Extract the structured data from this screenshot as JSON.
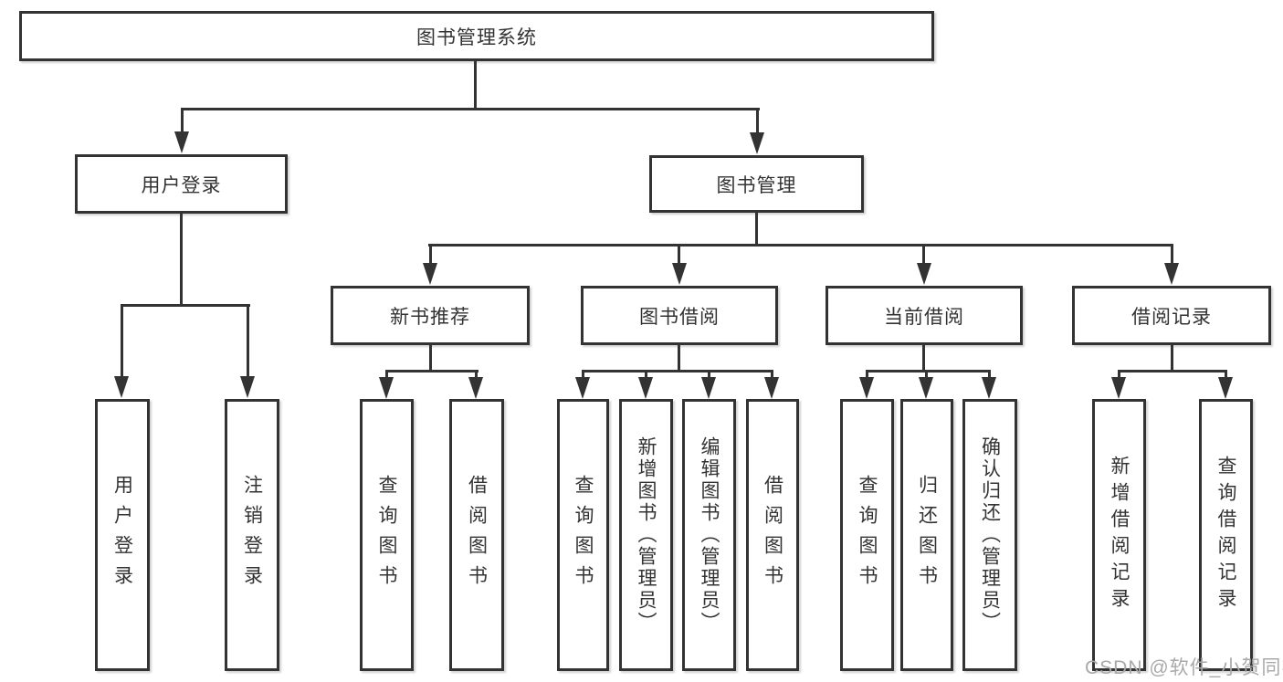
{
  "diagram": {
    "root": {
      "label": "图书管理系统"
    },
    "branches": [
      {
        "label": "用户登录",
        "children": [
          {
            "label": "用户登录"
          },
          {
            "label": "注销登录"
          }
        ]
      },
      {
        "label": "图书管理",
        "groups": [
          {
            "label": "新书推荐",
            "children": [
              {
                "label": "查询图书"
              },
              {
                "label": "借阅图书"
              }
            ]
          },
          {
            "label": "图书借阅",
            "children": [
              {
                "label": "查询图书"
              },
              {
                "label": "新增图书（管理员）"
              },
              {
                "label": "编辑图书（管理员）"
              },
              {
                "label": "借阅图书"
              }
            ]
          },
          {
            "label": "当前借阅",
            "children": [
              {
                "label": "查询图书"
              },
              {
                "label": "归还图书"
              },
              {
                "label": "确认归还（管理员）"
              }
            ]
          },
          {
            "label": "借阅记录",
            "children": [
              {
                "label": "新增借阅记录"
              },
              {
                "label": "查询借阅记录"
              }
            ]
          }
        ]
      }
    ],
    "watermark": "CSDN @软件_小贺同学",
    "colors": {
      "line": "#333333",
      "box_bg": "#ffffff",
      "text": "#333333",
      "watermark": "#a9a9a9"
    }
  }
}
